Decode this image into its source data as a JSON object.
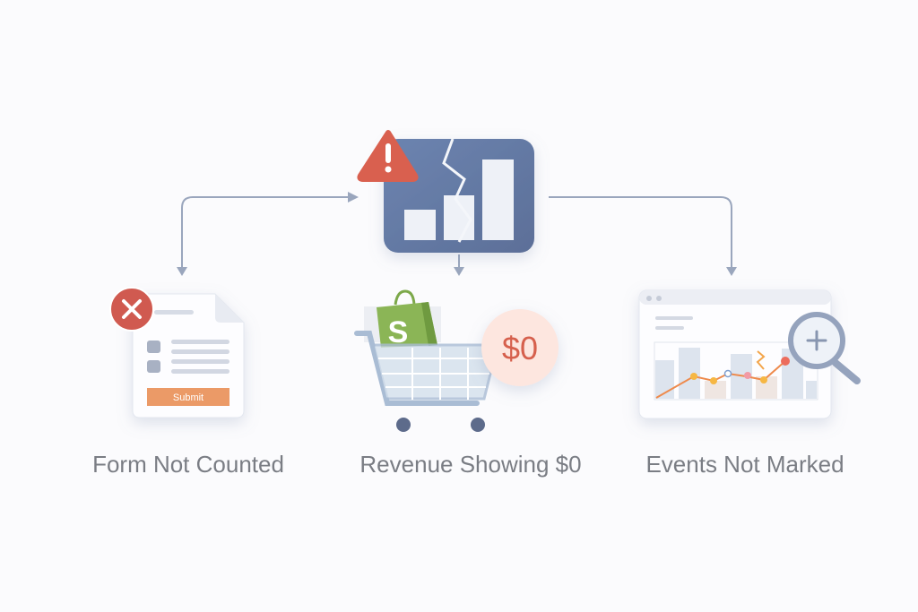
{
  "diagram": {
    "center_icon": "broken-bar-chart-icon",
    "warning_icon": "warning-triangle-icon",
    "nodes": [
      {
        "label": "Form Not Counted",
        "icon": "form-error-icon",
        "button_label": "Submit"
      },
      {
        "label": "Revenue Showing $0",
        "icon": "shopping-cart-icon",
        "badge": "$0",
        "bag_letter": "S"
      },
      {
        "label": "Events Not Marked",
        "icon": "browser-chart-magnifier-icon"
      }
    ]
  },
  "colors": {
    "center_box": "#6479a3",
    "warning": "#d9604f",
    "connector": "#9aa6bd",
    "submit": "#eb9a67",
    "bag": "#8bb556",
    "badge_bg": "#fde6df",
    "badge_text": "#d6604d",
    "label": "#7a7d84"
  }
}
